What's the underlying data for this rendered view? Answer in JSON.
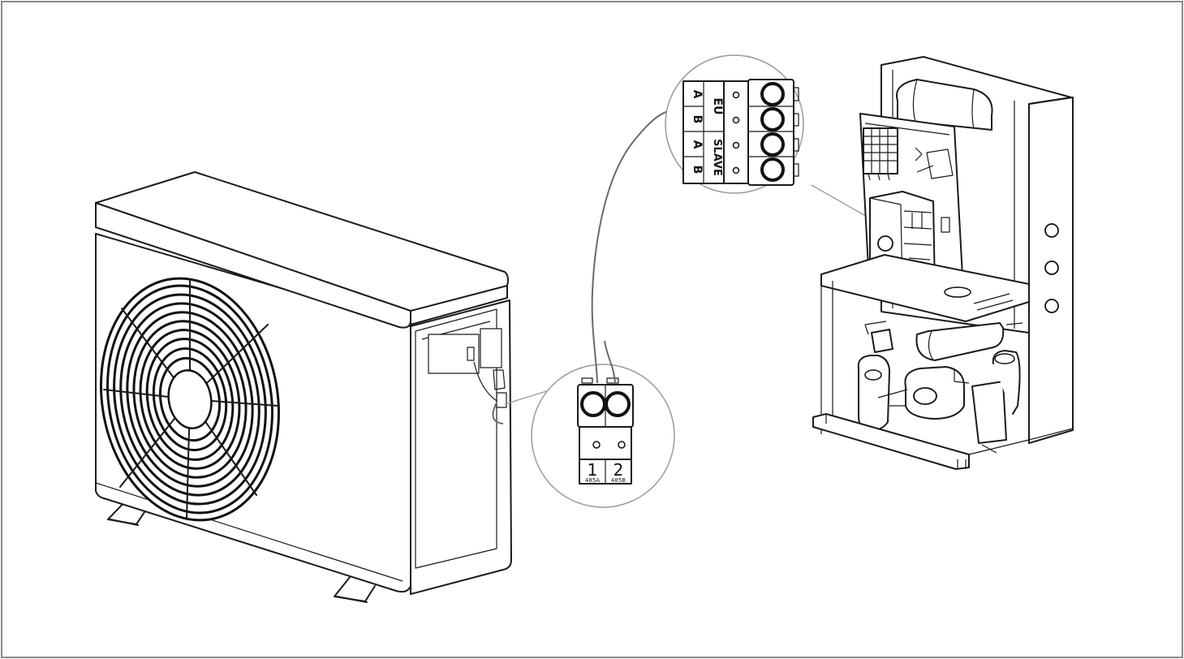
{
  "outdoor_terminal": {
    "terminals": [
      {
        "number": "1",
        "signal": "485A"
      },
      {
        "number": "2",
        "signal": "485B"
      }
    ]
  },
  "indoor_terminal": {
    "groups": [
      {
        "name": "EU",
        "pins": [
          "A",
          "B"
        ]
      },
      {
        "name": "SLAVE",
        "pins": [
          "A",
          "B"
        ]
      }
    ]
  }
}
